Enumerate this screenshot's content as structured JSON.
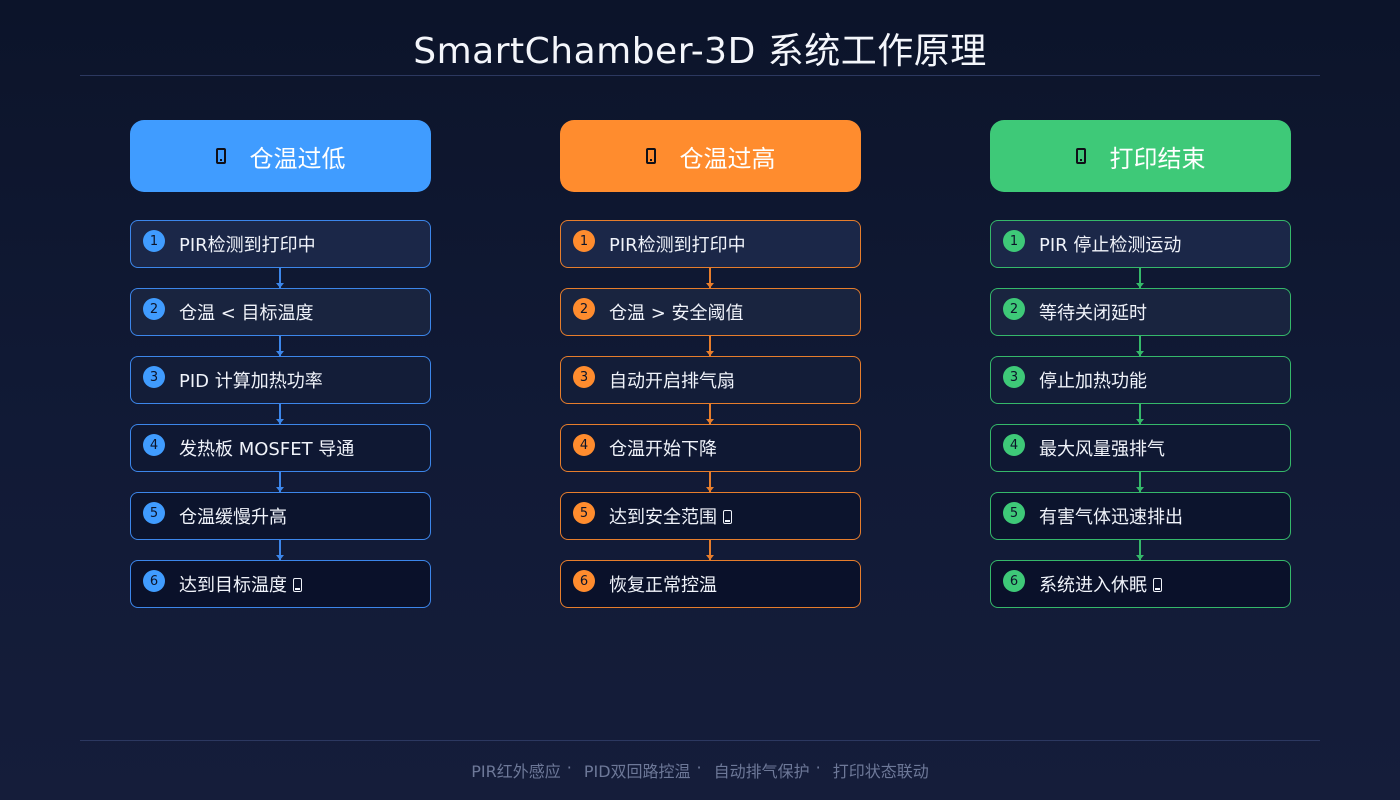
{
  "title": "SmartChamber-3D  系统工作原理",
  "colors": {
    "blue": "#409cff",
    "orange": "#ff8c2e",
    "green": "#3ec978",
    "background": "#111a36"
  },
  "columns": [
    {
      "title": "仓温过低",
      "icon": "phone-icon",
      "steps": [
        {
          "num": "1",
          "text": "PIR检测到打印中"
        },
        {
          "num": "2",
          "text": "仓温 < 目标温度"
        },
        {
          "num": "3",
          "text": "PID 计算加热功率"
        },
        {
          "num": "4",
          "text": "发热板 MOSFET 导通"
        },
        {
          "num": "5",
          "text": "仓温缓慢升高"
        },
        {
          "num": "6",
          "text": "达到目标温度"
        }
      ]
    },
    {
      "title": "仓温过高",
      "icon": "phone-icon",
      "steps": [
        {
          "num": "1",
          "text": "PIR检测到打印中"
        },
        {
          "num": "2",
          "text": "仓温 > 安全阈值"
        },
        {
          "num": "3",
          "text": "自动开启排气扇"
        },
        {
          "num": "4",
          "text": "仓温开始下降"
        },
        {
          "num": "5",
          "text": "达到安全范围"
        },
        {
          "num": "6",
          "text": "恢复正常控温"
        }
      ]
    },
    {
      "title": "打印结束",
      "icon": "phone-icon",
      "steps": [
        {
          "num": "1",
          "text": "PIR 停止检测运动"
        },
        {
          "num": "2",
          "text": "等待关闭延时"
        },
        {
          "num": "3",
          "text": "停止加热功能"
        },
        {
          "num": "4",
          "text": "最大风量强排气"
        },
        {
          "num": "5",
          "text": "有害气体迅速排出"
        },
        {
          "num": "6",
          "text": "系统进入休眠"
        }
      ]
    }
  ],
  "footer": {
    "items": [
      "PIR红外感应",
      "PID双回路控温",
      "自动排气保护",
      "打印状态联动"
    ],
    "separator": "·"
  }
}
